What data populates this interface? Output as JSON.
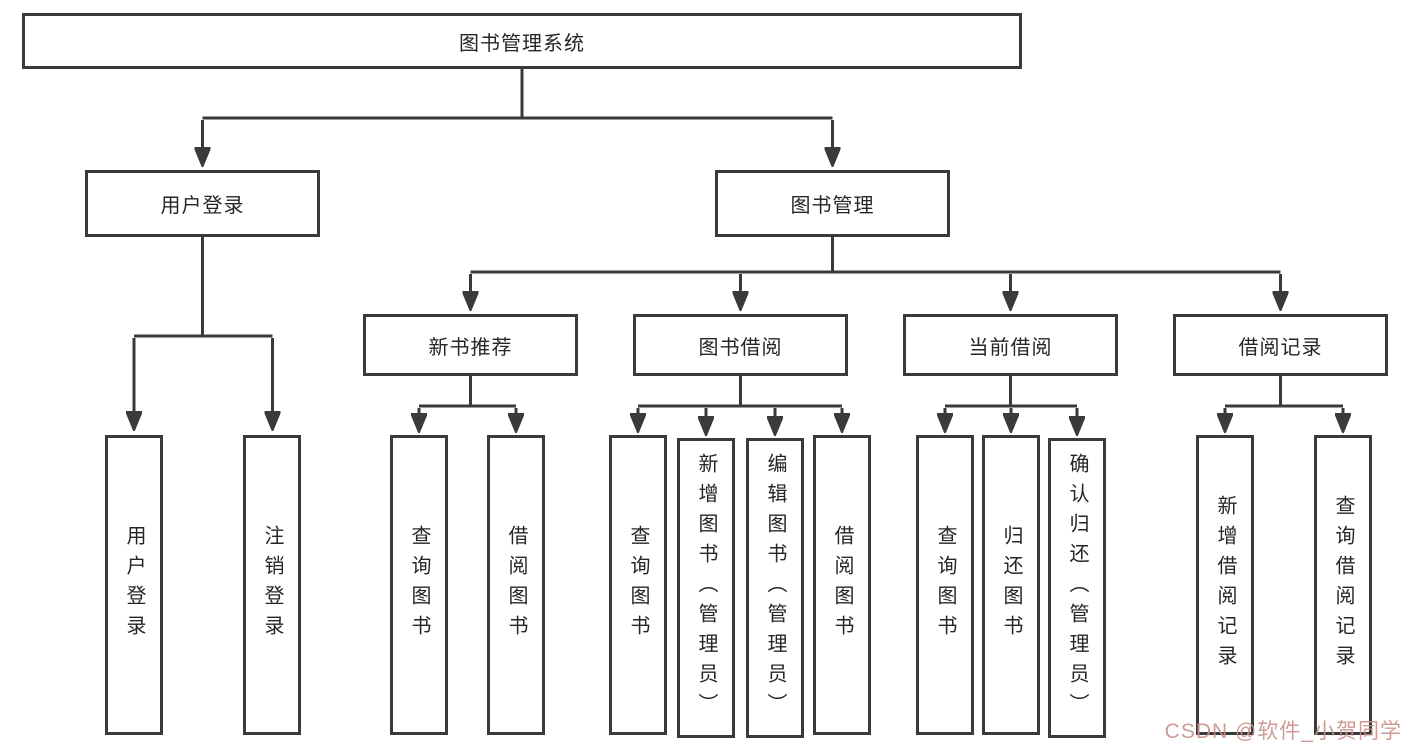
{
  "diagram": {
    "root": {
      "label": "图书管理系统"
    },
    "branches": [
      {
        "label": "用户登录",
        "children": [
          {
            "label": "用户登录"
          },
          {
            "label": "注销登录"
          }
        ]
      },
      {
        "label": "图书管理",
        "children": [
          {
            "label": "新书推荐",
            "children": [
              {
                "label": "查询图书"
              },
              {
                "label": "借阅图书"
              }
            ]
          },
          {
            "label": "图书借阅",
            "children": [
              {
                "label": "查询图书"
              },
              {
                "label": "新增图书（管理员）"
              },
              {
                "label": "编辑图书（管理员）"
              },
              {
                "label": "借阅图书"
              }
            ]
          },
          {
            "label": "当前借阅",
            "children": [
              {
                "label": "查询图书"
              },
              {
                "label": "归还图书"
              },
              {
                "label": "确认归还（管理员）"
              }
            ]
          },
          {
            "label": "借阅记录",
            "children": [
              {
                "label": "新增借阅记录"
              },
              {
                "label": "查询借阅记录"
              }
            ]
          }
        ]
      }
    ]
  },
  "watermark": {
    "text": "CSDN @软件_小贺同学"
  },
  "colors": {
    "line": "#3a3a3a",
    "text": "#262626",
    "background": "#ffffff",
    "watermark": "#c9918c"
  }
}
